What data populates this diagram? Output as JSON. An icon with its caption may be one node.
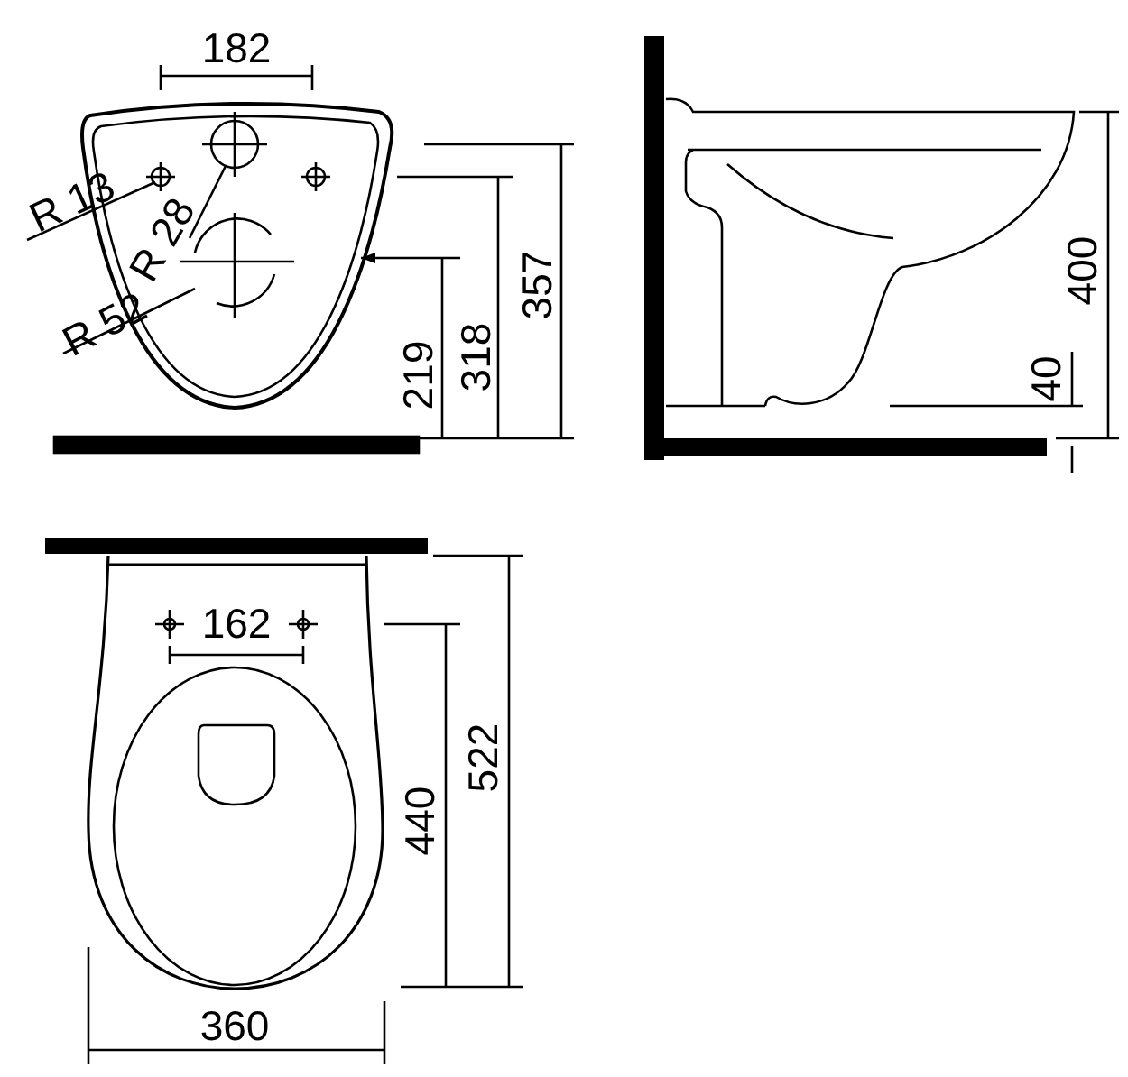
{
  "diagram": {
    "labels": [
      "182",
      "R 13",
      "R 28",
      "R 52",
      "219",
      "318",
      "357",
      "400",
      "40",
      "162",
      "440",
      "522",
      "360"
    ]
  }
}
